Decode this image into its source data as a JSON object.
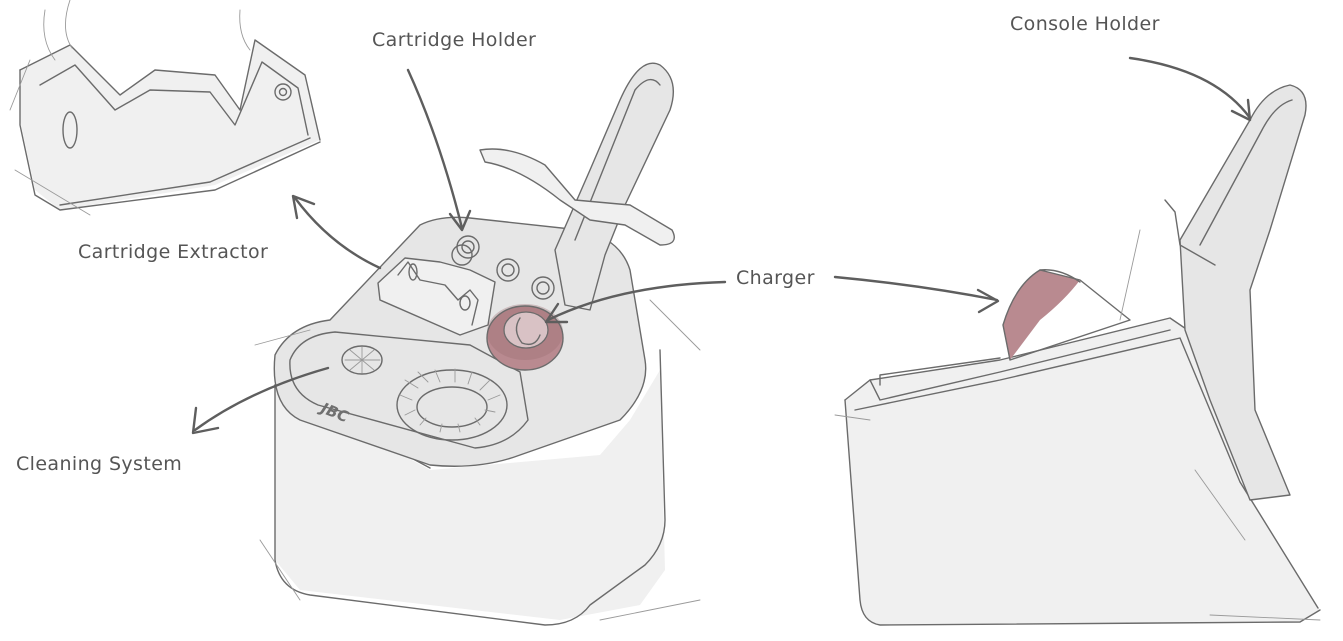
{
  "labels": {
    "cartridge_holder": "Cartridge Holder",
    "console_holder": "Console Holder",
    "cartridge_extractor": "Cartridge Extractor",
    "charger": "Charger",
    "cleaning_system": "Cleaning System"
  },
  "brand_mark": "JBC",
  "colors": {
    "background": "#ffffff",
    "sketch_line": "#6b6b6b",
    "label_text": "#555555",
    "charger_accent": "#b98a90"
  }
}
